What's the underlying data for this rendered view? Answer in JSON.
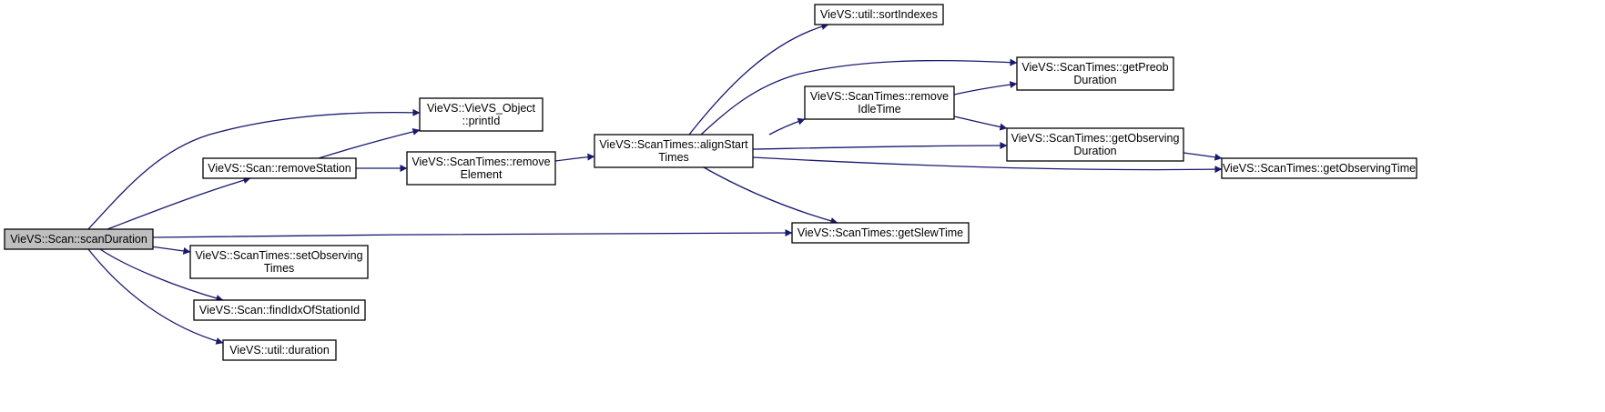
{
  "colors": {
    "edge": "#191970",
    "node_fill": "#ffffff",
    "root_fill": "#bfbfbf",
    "node_border": "#000000"
  },
  "nodes": [
    {
      "id": "scanDuration",
      "lines": [
        "VieVS::Scan::scanDuration"
      ],
      "root": true
    },
    {
      "id": "printId",
      "lines": [
        "VieVS::VieVS_Object",
        "::printId"
      ]
    },
    {
      "id": "removeStation",
      "lines": [
        "VieVS::Scan::removeStation"
      ]
    },
    {
      "id": "removeElement",
      "lines": [
        "VieVS::ScanTimes::remove",
        "Element"
      ]
    },
    {
      "id": "alignStartTimes",
      "lines": [
        "VieVS::ScanTimes::alignStart",
        "Times"
      ]
    },
    {
      "id": "sortIndexes",
      "lines": [
        "VieVS::util::sortIndexes"
      ]
    },
    {
      "id": "removeIdleTime",
      "lines": [
        "VieVS::ScanTimes::remove",
        "IdleTime"
      ]
    },
    {
      "id": "getPreobDuration",
      "lines": [
        "VieVS::ScanTimes::getPreob",
        "Duration"
      ]
    },
    {
      "id": "getObservingDuration",
      "lines": [
        "VieVS::ScanTimes::getObserving",
        "Duration"
      ]
    },
    {
      "id": "getObservingTime",
      "lines": [
        "VieVS::ScanTimes::getObservingTime"
      ]
    },
    {
      "id": "getSlewTime",
      "lines": [
        "VieVS::ScanTimes::getSlewTime"
      ]
    },
    {
      "id": "setObservingTimes",
      "lines": [
        "VieVS::ScanTimes::setObserving",
        "Times"
      ]
    },
    {
      "id": "findIdxOfStationId",
      "lines": [
        "VieVS::Scan::findIdxOfStationId"
      ]
    },
    {
      "id": "duration",
      "lines": [
        "VieVS::util::duration"
      ]
    }
  ],
  "edges": [
    {
      "from": "scanDuration",
      "to": "printId"
    },
    {
      "from": "scanDuration",
      "to": "removeStation"
    },
    {
      "from": "scanDuration",
      "to": "getSlewTime"
    },
    {
      "from": "scanDuration",
      "to": "setObservingTimes"
    },
    {
      "from": "scanDuration",
      "to": "findIdxOfStationId"
    },
    {
      "from": "scanDuration",
      "to": "duration"
    },
    {
      "from": "removeStation",
      "to": "printId"
    },
    {
      "from": "removeStation",
      "to": "removeElement"
    },
    {
      "from": "removeElement",
      "to": "alignStartTimes"
    },
    {
      "from": "alignStartTimes",
      "to": "sortIndexes"
    },
    {
      "from": "alignStartTimes",
      "to": "getPreobDuration"
    },
    {
      "from": "alignStartTimes",
      "to": "removeIdleTime"
    },
    {
      "from": "alignStartTimes",
      "to": "getObservingDuration"
    },
    {
      "from": "alignStartTimes",
      "to": "getObservingTime"
    },
    {
      "from": "alignStartTimes",
      "to": "getSlewTime"
    },
    {
      "from": "removeIdleTime",
      "to": "getPreobDuration"
    },
    {
      "from": "removeIdleTime",
      "to": "getObservingDuration"
    },
    {
      "from": "getObservingDuration",
      "to": "getObservingTime"
    }
  ]
}
